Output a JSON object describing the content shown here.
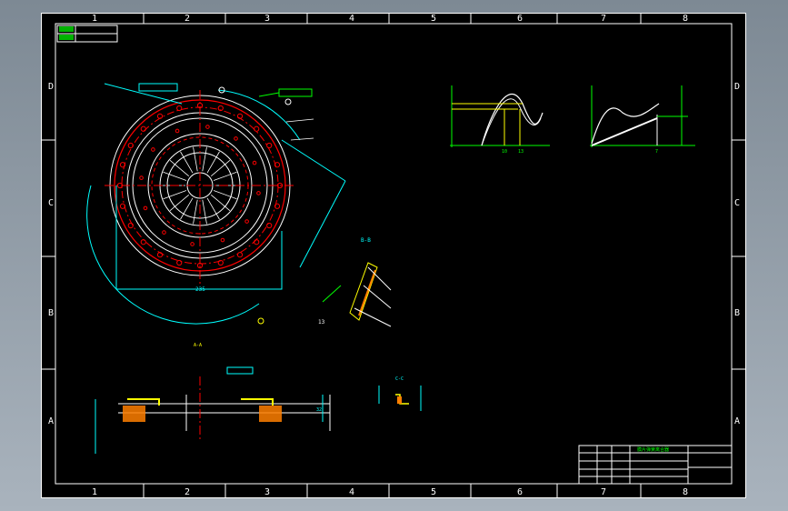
{
  "app": {
    "background_color": "#a0aab4",
    "sheet_color": "#000000"
  },
  "colors": {
    "frame": "#ffffff",
    "part": "#ff0000",
    "dim": "#00ffff",
    "yellow": "#ffff00",
    "green": "#00ff00",
    "magenta": "#ff00ff",
    "orange": "#ff7f00",
    "white": "#ffffff"
  },
  "border": {
    "cols": [
      "1",
      "2",
      "3",
      "4",
      "5",
      "6",
      "7",
      "8"
    ],
    "rows": [
      "D",
      "C",
      "B",
      "A"
    ]
  },
  "labels": {
    "section_bb": "B-B",
    "section_cc": "C-C",
    "view_aa": "A-A",
    "dim_235": "235",
    "dim_13": "13",
    "dim_10": "10",
    "dim_32": "32",
    "dim_7": "7"
  },
  "title_block": {
    "title_text": "膜片弹簧离合器"
  }
}
